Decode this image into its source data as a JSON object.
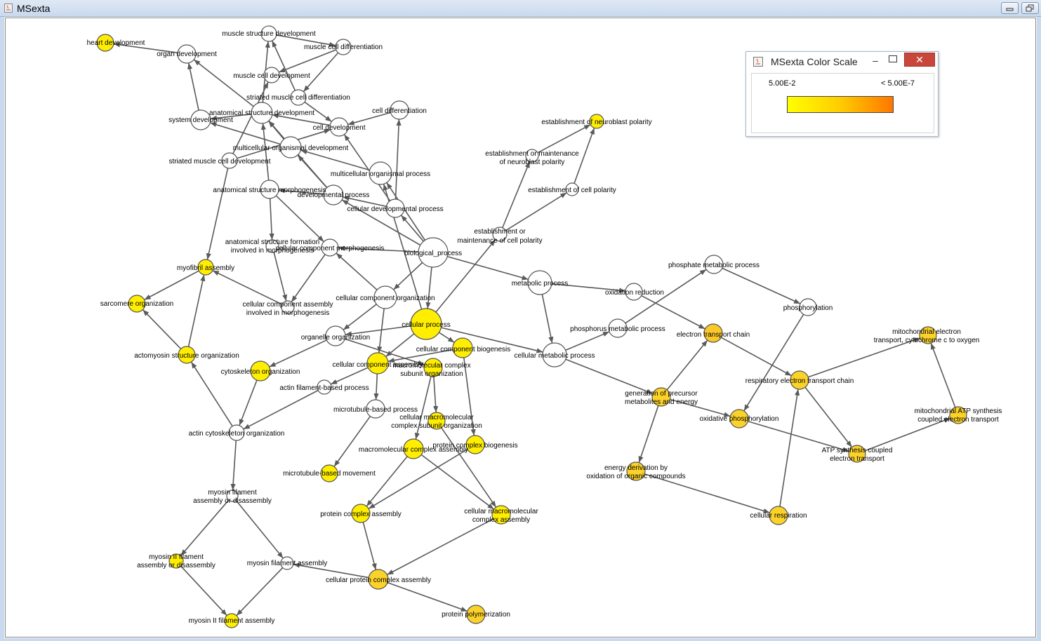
{
  "window": {
    "title": "MSexta"
  },
  "legend": {
    "title": "MSexta Color Scale",
    "min_glyph": "–",
    "close_glyph": "✕",
    "low_label": "5.00E-2",
    "high_label": "< 5.00E-7",
    "colors": [
      "#ffff00",
      "#ffcc00",
      "#ff7700"
    ]
  },
  "colors": {
    "edge": "#5a5a5a",
    "node_stroke": "#555555",
    "unselected_fill": "#ffffff",
    "significant_fill": "#ffee00",
    "strong_fill": "#fbd22a"
  },
  "nodes": [
    {
      "id": "n0",
      "label": "heart development",
      "fill": "#ffee00"
    },
    {
      "id": "n1",
      "label": "organ development",
      "fill": "#ffffff"
    },
    {
      "id": "n2",
      "label": "muscle structure development",
      "fill": "#ffffff"
    },
    {
      "id": "n3",
      "label": "muscle cell differentiation",
      "fill": "#ffffff"
    },
    {
      "id": "n4",
      "label": "muscle cell development",
      "fill": "#ffffff"
    },
    {
      "id": "n5",
      "label": "striated muscle cell differentiation",
      "fill": "#ffffff"
    },
    {
      "id": "n6",
      "label": "anatomical structure development",
      "fill": "#ffffff"
    },
    {
      "id": "n7",
      "label": "system development",
      "fill": "#ffffff"
    },
    {
      "id": "n8",
      "label": "cell differentiation",
      "fill": "#ffffff"
    },
    {
      "id": "n9",
      "label": "cell development",
      "fill": "#ffffff"
    },
    {
      "id": "n10",
      "label": "multicellular organismal development",
      "fill": "#ffffff"
    },
    {
      "id": "n11",
      "label": "striated muscle cell development",
      "fill": "#ffffff"
    },
    {
      "id": "n12",
      "label": "multicellular organismal process",
      "fill": "#ffffff"
    },
    {
      "id": "n13",
      "label": "anatomical structure morphogenesis",
      "fill": "#ffffff"
    },
    {
      "id": "n14",
      "label": "developmental process",
      "fill": "#ffffff"
    },
    {
      "id": "n15",
      "label": "cellular developmental process",
      "fill": "#ffffff"
    },
    {
      "id": "n16",
      "label": "establishment of neuroblast polarity",
      "fill": "#ffee00"
    },
    {
      "id": "n17",
      "label": "establishment or maintenance of neuroblast polarity",
      "fill": "#ffffff"
    },
    {
      "id": "n18",
      "label": "establishment of cell polarity",
      "fill": "#ffffff"
    },
    {
      "id": "n19",
      "label": "establishment or maintenance of cell polarity",
      "fill": "#ffffff"
    },
    {
      "id": "n20",
      "label": "anatomical structure formation involved in morphogenesis",
      "fill": "#ffffff"
    },
    {
      "id": "n21",
      "label": "cellular component morphogenesis",
      "fill": "#ffffff"
    },
    {
      "id": "n22",
      "label": "biological_process",
      "fill": "#ffffff"
    },
    {
      "id": "n23",
      "label": "myofibril assembly",
      "fill": "#ffee00"
    },
    {
      "id": "n24",
      "label": "sarcomere organization",
      "fill": "#ffee00"
    },
    {
      "id": "n25",
      "label": "cellular component assembly involved in morphogenesis",
      "fill": "#ffffff"
    },
    {
      "id": "n26",
      "label": "cellular component organization",
      "fill": "#ffffff"
    },
    {
      "id": "n27",
      "label": "metabolic process",
      "fill": "#ffffff"
    },
    {
      "id": "n28",
      "label": "oxidation reduction",
      "fill": "#ffffff"
    },
    {
      "id": "n29",
      "label": "phosphate metabolic process",
      "fill": "#ffffff"
    },
    {
      "id": "n30",
      "label": "phosphorylation",
      "fill": "#ffffff"
    },
    {
      "id": "n31",
      "label": "cellular process",
      "fill": "#ffee00"
    },
    {
      "id": "n32",
      "label": "organelle organization",
      "fill": "#ffffff"
    },
    {
      "id": "n33",
      "label": "phosphorus metabolic process",
      "fill": "#ffffff"
    },
    {
      "id": "n34",
      "label": "electron transport chain",
      "fill": "#fbc82a"
    },
    {
      "id": "n35",
      "label": "mitochondrial electron transport, cytochrome c to oxygen",
      "fill": "#fbd22a"
    },
    {
      "id": "n36",
      "label": "actomyosin structure organization",
      "fill": "#ffee00"
    },
    {
      "id": "n37",
      "label": "cellular component biogenesis",
      "fill": "#ffee00"
    },
    {
      "id": "n38",
      "label": "cellular metabolic process",
      "fill": "#ffffff"
    },
    {
      "id": "n39",
      "label": "cytoskeleton organization",
      "fill": "#ffee00"
    },
    {
      "id": "n40",
      "label": "cellular component assembly",
      "fill": "#ffee00"
    },
    {
      "id": "n41",
      "label": "macromolecular complex subunit organization",
      "fill": "#ffee00"
    },
    {
      "id": "n42",
      "label": "respiratory electron transport chain",
      "fill": "#fbd22a"
    },
    {
      "id": "n43",
      "label": "actin filament-based process",
      "fill": "#ffffff"
    },
    {
      "id": "n44",
      "label": "generation of precursor metabolites and energy",
      "fill": "#fbd22a"
    },
    {
      "id": "n45",
      "label": "microtubule-based process",
      "fill": "#ffffff"
    },
    {
      "id": "n46",
      "label": "cellular macromolecular complex subunit organization",
      "fill": "#ffee00"
    },
    {
      "id": "n47",
      "label": "oxidative phosphorylation",
      "fill": "#fbd22a"
    },
    {
      "id": "n48",
      "label": "mitochondrial ATP synthesis coupled electron transport",
      "fill": "#fbd22a"
    },
    {
      "id": "n49",
      "label": "actin cytoskeleton organization",
      "fill": "#ffffff"
    },
    {
      "id": "n50",
      "label": "macromolecular complex assembly",
      "fill": "#ffee00"
    },
    {
      "id": "n51",
      "label": "protein complex biogenesis",
      "fill": "#ffee00"
    },
    {
      "id": "n52",
      "label": "ATP synthesis coupled electron transport",
      "fill": "#fbd22a"
    },
    {
      "id": "n53",
      "label": "energy derivation by oxidation of organic compounds",
      "fill": "#fbd22a"
    },
    {
      "id": "n54",
      "label": "microtubule-based movement",
      "fill": "#ffee00"
    },
    {
      "id": "n55",
      "label": "myosin filament assembly or disassembly",
      "fill": "#ffffff"
    },
    {
      "id": "n56",
      "label": "protein complex assembly",
      "fill": "#ffee00"
    },
    {
      "id": "n57",
      "label": "cellular macromolecular complex assembly",
      "fill": "#ffee00"
    },
    {
      "id": "n58",
      "label": "cellular respiration",
      "fill": "#fbd22a"
    },
    {
      "id": "n59",
      "label": "myosin II filament assembly or disassembly",
      "fill": "#ffee00"
    },
    {
      "id": "n60",
      "label": "myosin filament assembly",
      "fill": "#ffffff"
    },
    {
      "id": "n61",
      "label": "cellular protein complex assembly",
      "fill": "#fbd22a"
    },
    {
      "id": "n62",
      "label": "protein polymerization",
      "fill": "#fbd22a"
    },
    {
      "id": "n63",
      "label": "myosin II filament assembly",
      "fill": "#ffee00"
    }
  ],
  "edges": [
    [
      "n1",
      "n0"
    ],
    [
      "n7",
      "n1"
    ],
    [
      "n6",
      "n1"
    ],
    [
      "n6",
      "n7"
    ],
    [
      "n10",
      "n7"
    ],
    [
      "n2",
      "n3"
    ],
    [
      "n3",
      "n4"
    ],
    [
      "n3",
      "n5"
    ],
    [
      "n5",
      "n2"
    ],
    [
      "n6",
      "n2"
    ],
    [
      "n11",
      "n4"
    ],
    [
      "n12",
      "n10"
    ],
    [
      "n10",
      "n6"
    ],
    [
      "n14",
      "n6"
    ],
    [
      "n8",
      "n9"
    ],
    [
      "n15",
      "n8"
    ],
    [
      "n9",
      "n6"
    ],
    [
      "n5",
      "n9"
    ],
    [
      "n11",
      "n9"
    ],
    [
      "n13",
      "n6"
    ],
    [
      "n14",
      "n10"
    ],
    [
      "n15",
      "n9"
    ],
    [
      "n14",
      "n13"
    ],
    [
      "n22",
      "n14"
    ],
    [
      "n22",
      "n15"
    ],
    [
      "n22",
      "n12"
    ],
    [
      "n15",
      "n14"
    ],
    [
      "n13",
      "n20"
    ],
    [
      "n13",
      "n21"
    ],
    [
      "n20",
      "n25"
    ],
    [
      "n21",
      "n25"
    ],
    [
      "n22",
      "n21"
    ],
    [
      "n11",
      "n23"
    ],
    [
      "n23",
      "n24"
    ],
    [
      "n25",
      "n23"
    ],
    [
      "n36",
      "n23"
    ],
    [
      "n36",
      "n24"
    ],
    [
      "n22",
      "n26"
    ],
    [
      "n26",
      "n21"
    ],
    [
      "n26",
      "n32"
    ],
    [
      "n22",
      "n27"
    ],
    [
      "n27",
      "n28"
    ],
    [
      "n27",
      "n38"
    ],
    [
      "n28",
      "n34"
    ],
    [
      "n33",
      "n29"
    ],
    [
      "n29",
      "n30"
    ],
    [
      "n30",
      "n47"
    ],
    [
      "n38",
      "n33"
    ],
    [
      "n31",
      "n32"
    ],
    [
      "n31",
      "n40"
    ],
    [
      "n31",
      "n37"
    ],
    [
      "n31",
      "n38"
    ],
    [
      "n31",
      "n19"
    ],
    [
      "n19",
      "n17"
    ],
    [
      "n19",
      "n18"
    ],
    [
      "n17",
      "n16"
    ],
    [
      "n18",
      "n16"
    ],
    [
      "n22",
      "n31"
    ],
    [
      "n32",
      "n39"
    ],
    [
      "n32",
      "n41"
    ],
    [
      "n39",
      "n49"
    ],
    [
      "n43",
      "n49"
    ],
    [
      "n49",
      "n36"
    ],
    [
      "n41",
      "n46"
    ],
    [
      "n41",
      "n50"
    ],
    [
      "n40",
      "n43"
    ],
    [
      "n45",
      "n54"
    ],
    [
      "n40",
      "n45"
    ],
    [
      "n37",
      "n51"
    ],
    [
      "n37",
      "n40"
    ],
    [
      "n46",
      "n57"
    ],
    [
      "n50",
      "n56"
    ],
    [
      "n50",
      "n57"
    ],
    [
      "n51",
      "n56"
    ],
    [
      "n56",
      "n61"
    ],
    [
      "n57",
      "n61"
    ],
    [
      "n61",
      "n60"
    ],
    [
      "n61",
      "n62"
    ],
    [
      "n49",
      "n55"
    ],
    [
      "n55",
      "n59"
    ],
    [
      "n55",
      "n60"
    ],
    [
      "n59",
      "n63"
    ],
    [
      "n60",
      "n63"
    ],
    [
      "n38",
      "n44"
    ],
    [
      "n44",
      "n34"
    ],
    [
      "n44",
      "n47"
    ],
    [
      "n44",
      "n53"
    ],
    [
      "n34",
      "n42"
    ],
    [
      "n42",
      "n35"
    ],
    [
      "n42",
      "n52"
    ],
    [
      "n47",
      "n52"
    ],
    [
      "n52",
      "n48"
    ],
    [
      "n48",
      "n35"
    ],
    [
      "n53",
      "n58"
    ],
    [
      "n58",
      "n42"
    ],
    [
      "n26",
      "n40"
    ],
    [
      "n31",
      "n12"
    ]
  ]
}
